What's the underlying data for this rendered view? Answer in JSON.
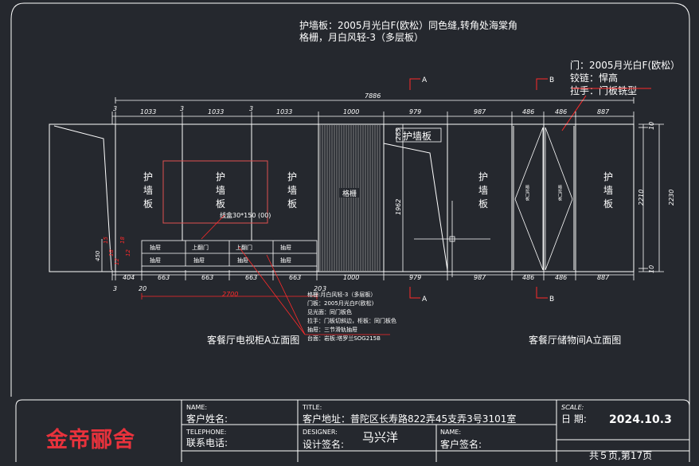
{
  "notes": {
    "top_line1": "护墙板：2005月光白F(欧松）同色缝,转角处海棠角",
    "top_line2": "格栅，月白风轻-3（多层板）",
    "door_line1": "门：2005月光白F(欧松）",
    "door_line2": "铰链：悍高",
    "door_line3": "拉手：门板铣型",
    "tv_box": "线盒30*150 (00)",
    "spec_lines": [
      "格栅:月白风轻-3（多层板）",
      "门板：2005月光白F(欧松)",
      "见光面：同门板色",
      "拉手：门板切斜边，柜板：同门板色",
      "抽屉：三节滑轨抽屉",
      "台面：岩板:塔罗兰SOG215B"
    ]
  },
  "section_marks": {
    "a": "A",
    "b": "B"
  },
  "dims": {
    "overall_left": "7886",
    "overall_bottom": "2700",
    "top_small": "3",
    "bottom_small": "3",
    "top_seg": [
      "1033",
      "1033",
      "1033",
      "1000",
      "979",
      "987",
      "486",
      "486",
      "887"
    ],
    "bottom_seg": [
      "404",
      "663",
      "663",
      "663",
      "663",
      "1000",
      "979",
      "987",
      "486",
      "486",
      "887"
    ],
    "bottom_20a": "20",
    "bottom_20b": "20",
    "bottom_3b": "3",
    "right_top": "10",
    "right_mid": "2210",
    "right_bot": "10",
    "right_total": "2230",
    "h_265": "265",
    "h_1962": "1962",
    "left_450": "450",
    "left_small": [
      "15",
      "18",
      "12",
      "18",
      "12"
    ]
  },
  "labels": {
    "panel": "护墙板",
    "panel_chars": [
      "护",
      "墙",
      "板"
    ],
    "grille": "格栅",
    "drawer": "抽屉",
    "flap": "上翻门",
    "door_text": "暗拉门板",
    "title_left": "客餐厅电视柜A立面图",
    "title_right": "客餐厅储物间A立面图"
  },
  "titleblock": {
    "brand": "金帝郦舍",
    "name_label": "NAME:",
    "customer_name_label": "客户姓名:",
    "tel_label": "TELEPHONE:",
    "tel_cn_label": "联系电话:",
    "title_label": "TITLE:",
    "address": "客户地址：普陀区长寿路822弄45支弄3号3101室",
    "designer_label": "DESIGNER:",
    "design_sign_label": "设计签名:",
    "designer_name": "马兴洋",
    "name2_label": "NAME:",
    "customer_sign_label": "客户签名:",
    "scale_label": "SCALE:",
    "date_label": "日  期:",
    "date_value": "2024.10.3",
    "pages": "共５页,第17页"
  },
  "colors": {
    "bg": "#25282e",
    "line": "#ffffff",
    "red": "#ff2a2a",
    "brand": "#e8323c"
  }
}
